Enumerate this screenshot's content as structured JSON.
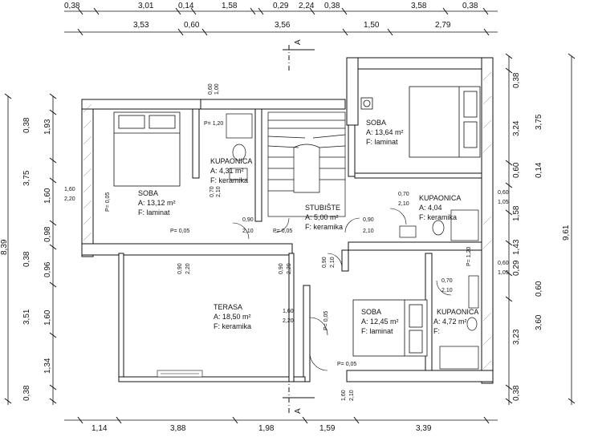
{
  "top_dims_row1": [
    "0,38",
    "3,01",
    "0,14",
    "1,58",
    "0,29",
    "2,24",
    "0,38",
    "3,58",
    "0,38"
  ],
  "top_dims_row2": [
    "3,53",
    "0,60",
    "3,56",
    "1,50",
    "2,79"
  ],
  "bottom_dims": [
    "1,14",
    "3,88",
    "1,98",
    "1,59",
    "3,39"
  ],
  "left_dims_outer": [
    "8,39"
  ],
  "left_dims_inner": [
    "0,38",
    "1,93",
    "3,75",
    "1,60",
    "0,98",
    "0,38",
    "0,96",
    "3,51",
    "1,60",
    "1,34",
    "0,38"
  ],
  "right_dims_inner": [
    "0,38",
    "3,75",
    "3,24",
    "0,14",
    "0,60",
    "1,58",
    "1,43",
    "0,29",
    "0,60",
    "3,60",
    "3,23",
    "0,38"
  ],
  "right_dims_outer": [
    "9,61"
  ],
  "section_letter": "A",
  "rooms": [
    {
      "name": "SOBA",
      "area": "A: 13,12 m²",
      "floor": "F:   laminat"
    },
    {
      "name": "KUPAONICA",
      "area": "A:    4,31 m²",
      "floor": "F:   keramika"
    },
    {
      "name": "STUBIŠTE",
      "area": "A:   5,00 m²",
      "floor": "F:  keramika"
    },
    {
      "name": "SOBA",
      "area": "A: 13,64 m²",
      "floor": "F:    laminat"
    },
    {
      "name": "KUPAONICA",
      "area": "A:    4,04",
      "floor": "F:    keramika"
    },
    {
      "name": "TERASA",
      "area": "A: 18,50 m²",
      "floor": "F: keramika"
    },
    {
      "name": "SOBA",
      "area": "A: 12,45 m²",
      "floor": "F:    laminat"
    },
    {
      "name": "KUPAONICA",
      "area": "A:  4,72 m²",
      "floor": "F:"
    }
  ],
  "openings": {
    "p005": "P= 0,05",
    "p120": "P= 1,20",
    "d060_100": [
      "0,60",
      "1,00"
    ],
    "d070_210": [
      "0,70",
      "2,10"
    ],
    "d090_210": [
      "0,90",
      "2,10"
    ],
    "d060_105": [
      "0,60",
      "1,05"
    ],
    "d160_220": [
      "1,60",
      "2,20"
    ],
    "d090_220": [
      "0,90",
      "2,20"
    ],
    "d160_210": [
      "1,60",
      "2,10"
    ],
    "d160_220b": [
      "1,60",
      "2,20"
    ]
  }
}
